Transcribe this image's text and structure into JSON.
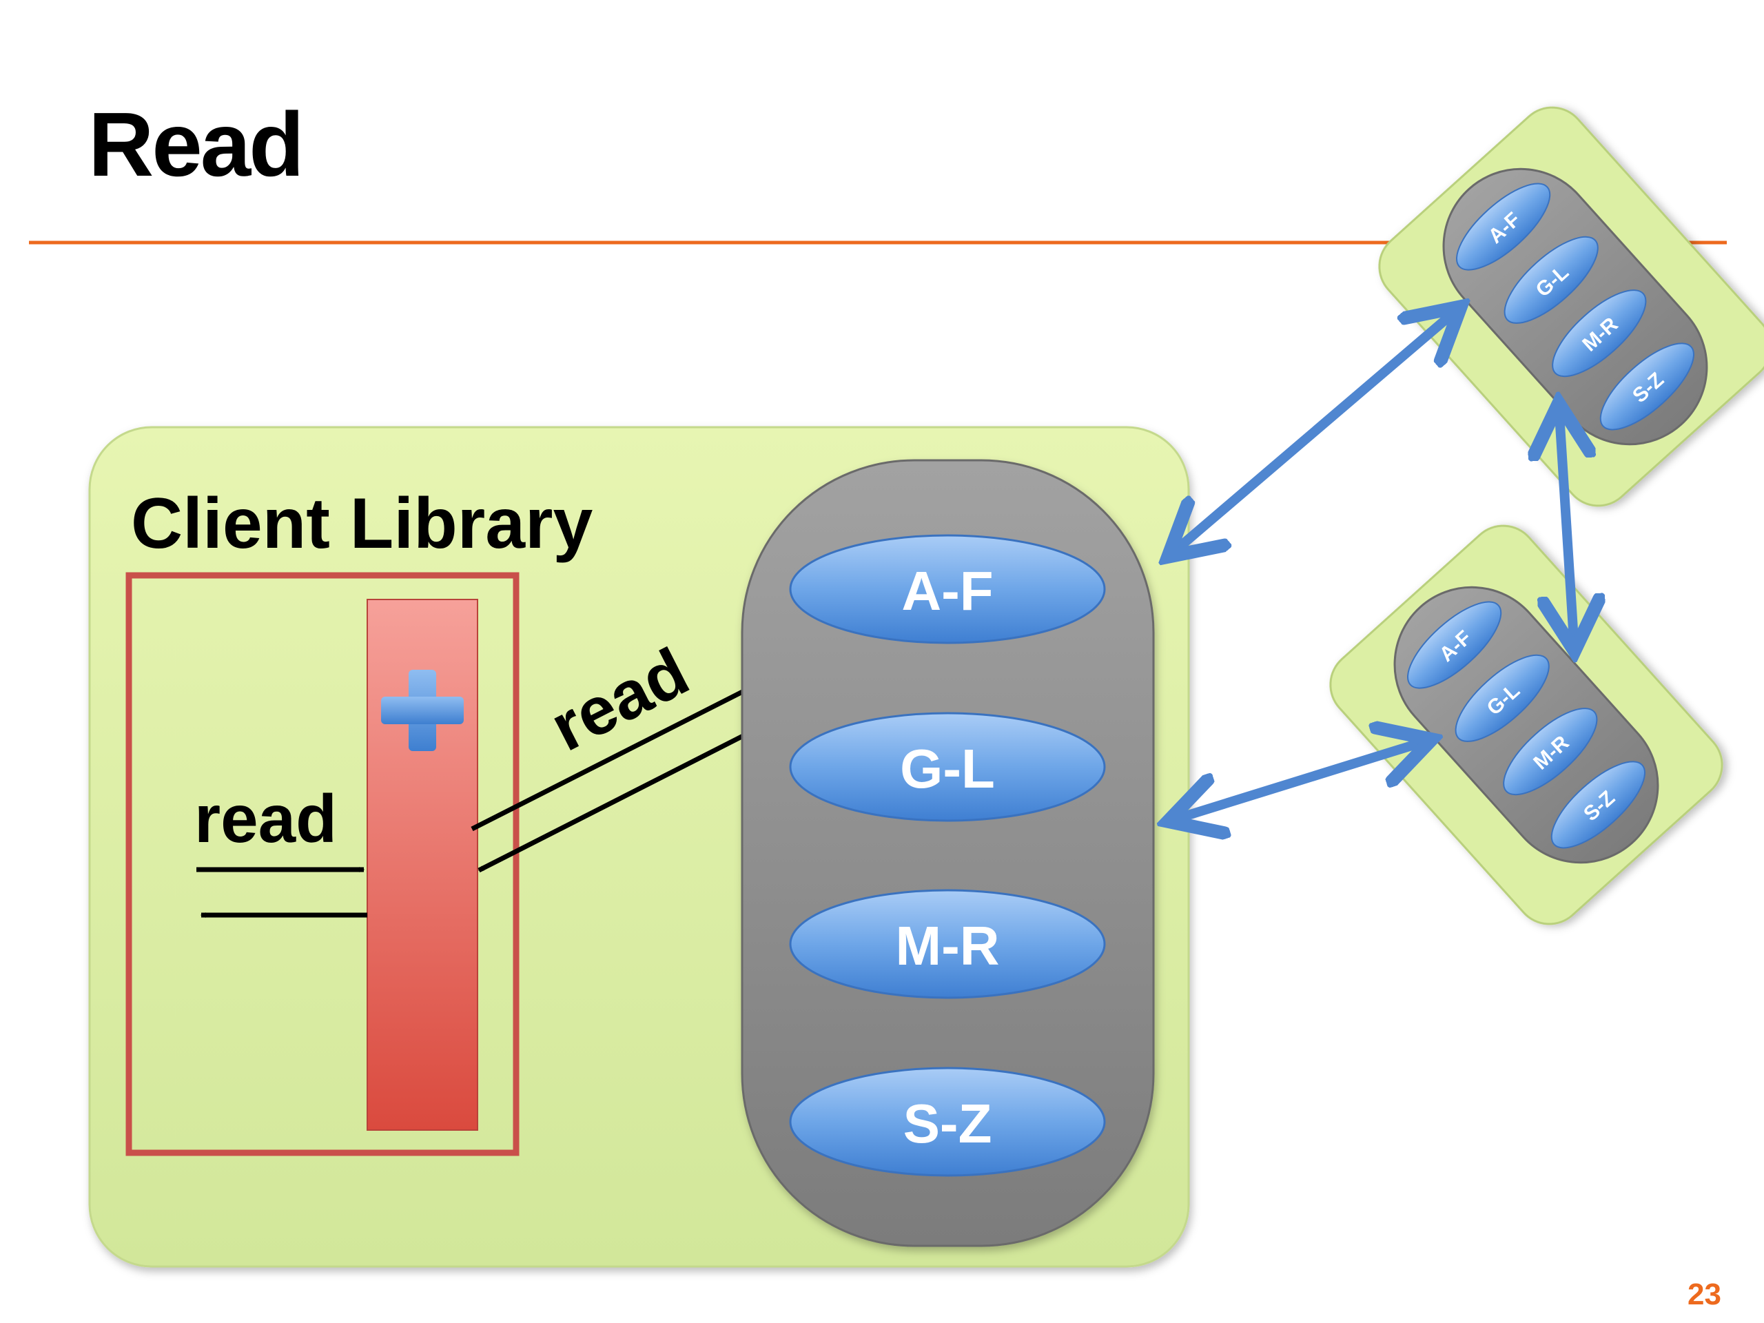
{
  "slide": {
    "title": "Read",
    "page_number": "23",
    "accent_color": "#ED6A1E"
  },
  "client_library": {
    "label": "Client Library",
    "panel_color": "#DDEDA6",
    "border_color": "#C9504A",
    "local_read_label": "read",
    "remote_read_label": "read"
  },
  "main_node": {
    "ranges": [
      "A-F",
      "G-L",
      "M-R",
      "S-Z"
    ]
  },
  "replica_top": {
    "ranges": [
      "A-F",
      "G-L",
      "M-R",
      "S-Z"
    ]
  },
  "replica_bottom": {
    "ranges": [
      "A-F",
      "G-L",
      "M-R",
      "S-Z"
    ]
  },
  "icons": [
    "plus-icon"
  ],
  "colors": {
    "range_blue": "#5F9BE0",
    "node_gray": "#8E8E8E",
    "link_blue": "#4F86D0"
  }
}
